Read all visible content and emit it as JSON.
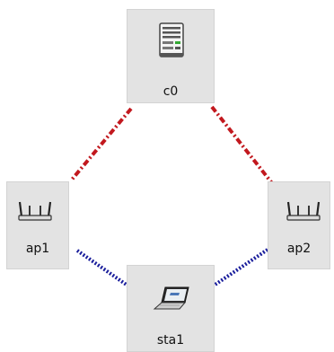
{
  "nodes": {
    "c0": {
      "label": "c0",
      "type": "controller",
      "icon": "server-icon"
    },
    "ap1": {
      "label": "ap1",
      "type": "access-point",
      "icon": "router-icon"
    },
    "ap2": {
      "label": "ap2",
      "type": "access-point",
      "icon": "router-icon"
    },
    "sta1": {
      "label": "sta1",
      "type": "station",
      "icon": "laptop-icon"
    }
  },
  "links": [
    {
      "from": "c0",
      "to": "ap1",
      "style": "dash-dot",
      "color": "#c2181e"
    },
    {
      "from": "c0",
      "to": "ap2",
      "style": "dash-dot",
      "color": "#c2181e"
    },
    {
      "from": "ap1",
      "to": "sta1",
      "style": "dotted",
      "color": "#1a1e9c"
    },
    {
      "from": "ap2",
      "to": "sta1",
      "style": "dotted",
      "color": "#1a1e9c"
    }
  ],
  "colors": {
    "node_background": "#e3e3e3",
    "canvas_background": "#ffffff"
  }
}
